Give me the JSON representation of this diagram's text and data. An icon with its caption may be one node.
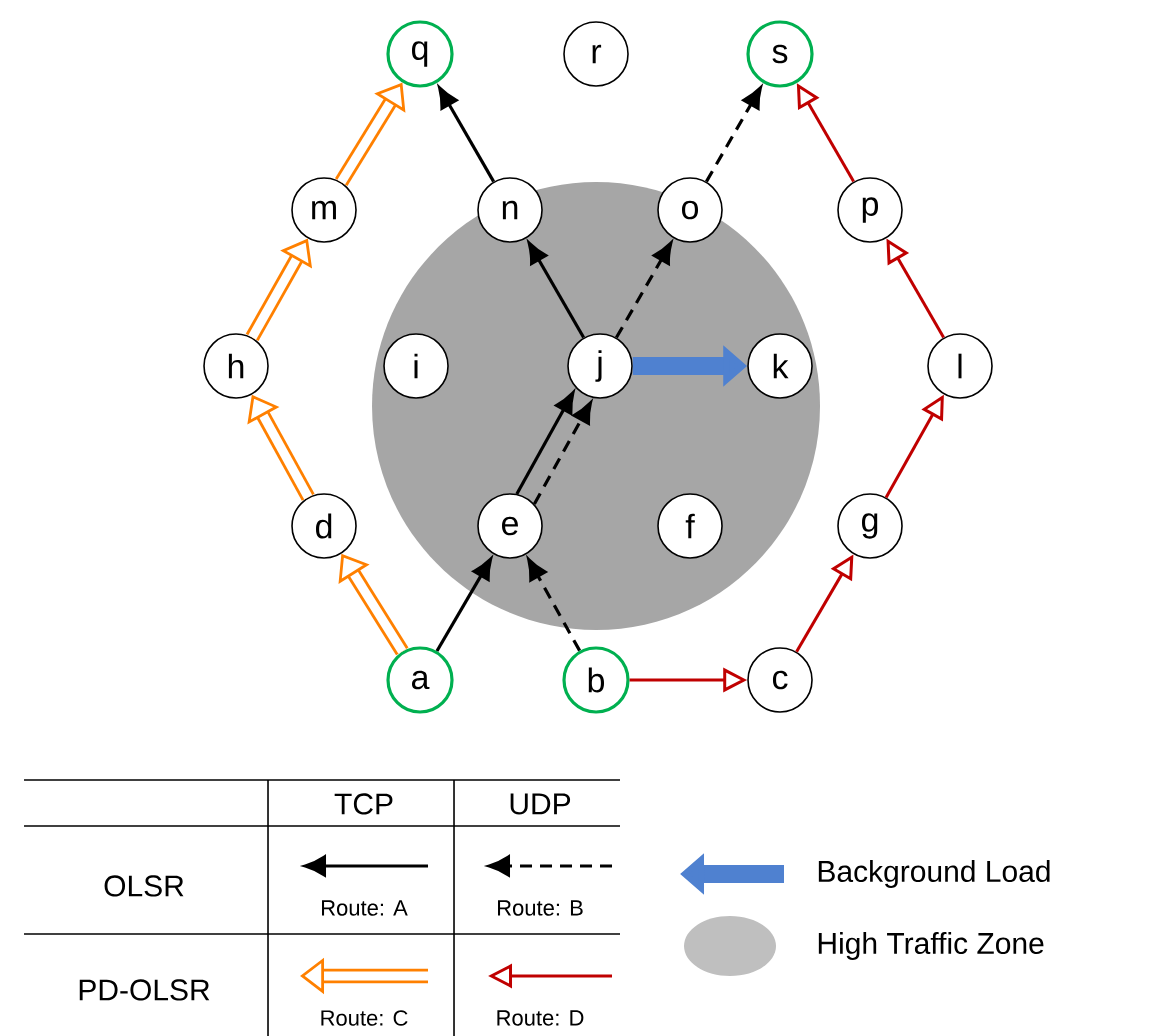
{
  "diagram": {
    "nodes": [
      {
        "text": [],
        "shape": "circle"
      },
      {
        "text": [
          "a"
        ]
      },
      {
        "text": [
          "b"
        ]
      },
      {
        "text": [
          "c"
        ]
      },
      {
        "text": [
          "d"
        ]
      },
      {
        "text": [
          "e"
        ],
        "in": 0
      },
      {
        "text": [
          "f"
        ],
        "in": 0
      },
      {
        "text": [
          "g"
        ]
      },
      {
        "text": [
          "h"
        ]
      },
      {
        "text": [
          "i"
        ],
        "in": 0
      },
      {
        "text": [
          "j"
        ],
        "in": 0
      },
      {
        "text": [
          "k"
        ],
        "in": 0
      },
      {
        "text": [
          "l"
        ]
      },
      {
        "text": [
          "m"
        ]
      },
      {
        "text": [
          "n"
        ],
        "in": 0
      },
      {
        "text": [
          "o"
        ],
        "in": 0
      },
      {
        "text": [
          "p"
        ]
      },
      {
        "text": [
          "q"
        ]
      },
      {
        "text": [
          "r"
        ]
      },
      {
        "text": [
          "s"
        ]
      }
    ],
    "edges": [
      {
        "from": 1,
        "to": 5,
        "arrow": "to"
      },
      {
        "from": 5,
        "to": 10,
        "arrow": "to"
      },
      {
        "from": 10,
        "to": 14,
        "arrow": "to"
      },
      {
        "from": 14,
        "to": 17,
        "arrow": "to"
      },
      {
        "from": 2,
        "to": 5,
        "arrow": "to",
        "style": "dashed"
      },
      {
        "from": 5,
        "to": 10,
        "arrow": "to",
        "style": "dashed"
      },
      {
        "from": 10,
        "to": 15,
        "arrow": "to",
        "style": "dashed"
      },
      {
        "from": 15,
        "to": 19,
        "arrow": "to",
        "style": "dashed"
      },
      {
        "from": 1,
        "to": 4,
        "arrow": "to",
        "style": "thick",
        "color": "#ff8000"
      },
      {
        "from": 4,
        "to": 8,
        "arrow": "to",
        "style": "thick",
        "color": "#ff8000"
      },
      {
        "from": 8,
        "to": 13,
        "arrow": "to",
        "style": "thick",
        "color": "#ff8000"
      },
      {
        "from": 13,
        "to": 17,
        "arrow": "to",
        "style": "thick",
        "color": "#ff8000"
      },
      {
        "from": 2,
        "to": 3,
        "arrow": "to",
        "color": "#c00000"
      },
      {
        "from": 3,
        "to": 7,
        "arrow": "to",
        "color": "#c00000"
      },
      {
        "from": 7,
        "to": 12,
        "arrow": "to",
        "color": "#c00000"
      },
      {
        "from": 12,
        "to": 16,
        "arrow": "to",
        "color": "#c00000"
      },
      {
        "from": 16,
        "to": 19,
        "arrow": "to",
        "color": "#c00000"
      },
      {
        "from": 10,
        "to": 11,
        "arrow": "to",
        "style": "thick",
        "color": "#4f81d0"
      }
    ],
    "labels": [
      "TCP",
      "UDP",
      "OLSR",
      "Route: A",
      "Route: B",
      "PD-OLSR",
      "Route: C",
      "Route: D"
    ],
    "legend": [
      {
        "text": "Background Load"
      },
      {
        "text": "High Traffic Zone",
        "color": "#bfbfbf"
      }
    ]
  }
}
